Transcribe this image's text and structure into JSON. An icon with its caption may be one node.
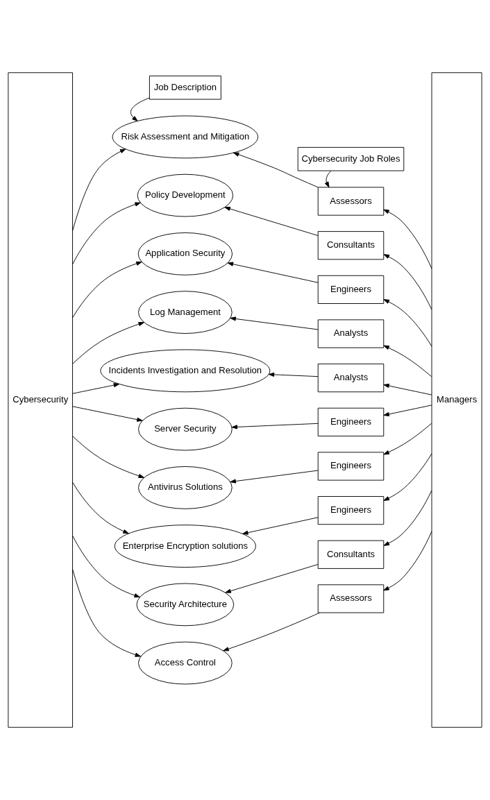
{
  "diagram": {
    "nodes": [
      {
        "text": [
          "Job Description"
        ]
      },
      {
        "text": [
          "Cybersecurity Job Roles"
        ]
      },
      {
        "text": [
          "Cybersecurity"
        ]
      },
      {
        "text": [
          "Managers"
        ]
      },
      {
        "text": [
          "Risk Assessment and Mitigation"
        ]
      },
      {
        "text": [
          "Policy Development"
        ]
      },
      {
        "text": [
          "Application Security"
        ]
      },
      {
        "text": [
          "Log Management"
        ]
      },
      {
        "text": [
          "Incidents Investigation and Resolution"
        ]
      },
      {
        "text": [
          "Server Security"
        ]
      },
      {
        "text": [
          "Antivirus Solutions"
        ]
      },
      {
        "text": [
          "Enterprise Encryption solutions"
        ]
      },
      {
        "text": [
          "Security Architecture"
        ]
      },
      {
        "text": [
          "Access Control"
        ]
      },
      {
        "text": [
          "Assessors"
        ]
      },
      {
        "text": [
          "Consultants"
        ]
      },
      {
        "text": [
          "Engineers"
        ]
      },
      {
        "text": [
          "Analysts"
        ]
      },
      {
        "text": [
          "Analysts"
        ]
      },
      {
        "text": [
          "Engineers"
        ]
      },
      {
        "text": [
          "Engineers"
        ]
      },
      {
        "text": [
          "Engineers"
        ]
      },
      {
        "text": [
          "Consultants"
        ]
      },
      {
        "text": [
          "Assessors"
        ]
      }
    ],
    "edges": [
      {
        "from": 0,
        "to": 4,
        "arrow": "to"
      },
      {
        "from": 1,
        "to": 14,
        "arrow": "to"
      },
      {
        "from": 2,
        "to": 4,
        "arrow": "to"
      },
      {
        "from": 14,
        "to": 4,
        "arrow": "to"
      },
      {
        "from": 3,
        "to": 14,
        "arrow": "to"
      },
      {
        "from": 2,
        "to": 5,
        "arrow": "to"
      },
      {
        "from": 15,
        "to": 5,
        "arrow": "to"
      },
      {
        "from": 3,
        "to": 15,
        "arrow": "to"
      },
      {
        "from": 2,
        "to": 6,
        "arrow": "to"
      },
      {
        "from": 16,
        "to": 6,
        "arrow": "to"
      },
      {
        "from": 3,
        "to": 16,
        "arrow": "to"
      },
      {
        "from": 2,
        "to": 7,
        "arrow": "to"
      },
      {
        "from": 17,
        "to": 7,
        "arrow": "to"
      },
      {
        "from": 3,
        "to": 17,
        "arrow": "to"
      },
      {
        "from": 2,
        "to": 8,
        "arrow": "to"
      },
      {
        "from": 18,
        "to": 8,
        "arrow": "to"
      },
      {
        "from": 3,
        "to": 18,
        "arrow": "to"
      },
      {
        "from": 2,
        "to": 9,
        "arrow": "to"
      },
      {
        "from": 19,
        "to": 9,
        "arrow": "to"
      },
      {
        "from": 3,
        "to": 19,
        "arrow": "to"
      },
      {
        "from": 2,
        "to": 10,
        "arrow": "to"
      },
      {
        "from": 20,
        "to": 10,
        "arrow": "to"
      },
      {
        "from": 3,
        "to": 20,
        "arrow": "to"
      },
      {
        "from": 2,
        "to": 11,
        "arrow": "to"
      },
      {
        "from": 21,
        "to": 11,
        "arrow": "to"
      },
      {
        "from": 3,
        "to": 21,
        "arrow": "to"
      },
      {
        "from": 2,
        "to": 12,
        "arrow": "to"
      },
      {
        "from": 22,
        "to": 12,
        "arrow": "to"
      },
      {
        "from": 3,
        "to": 22,
        "arrow": "to"
      },
      {
        "from": 2,
        "to": 13,
        "arrow": "to"
      },
      {
        "from": 23,
        "to": 13,
        "arrow": "to"
      },
      {
        "from": 3,
        "to": 23,
        "arrow": "to"
      }
    ]
  }
}
